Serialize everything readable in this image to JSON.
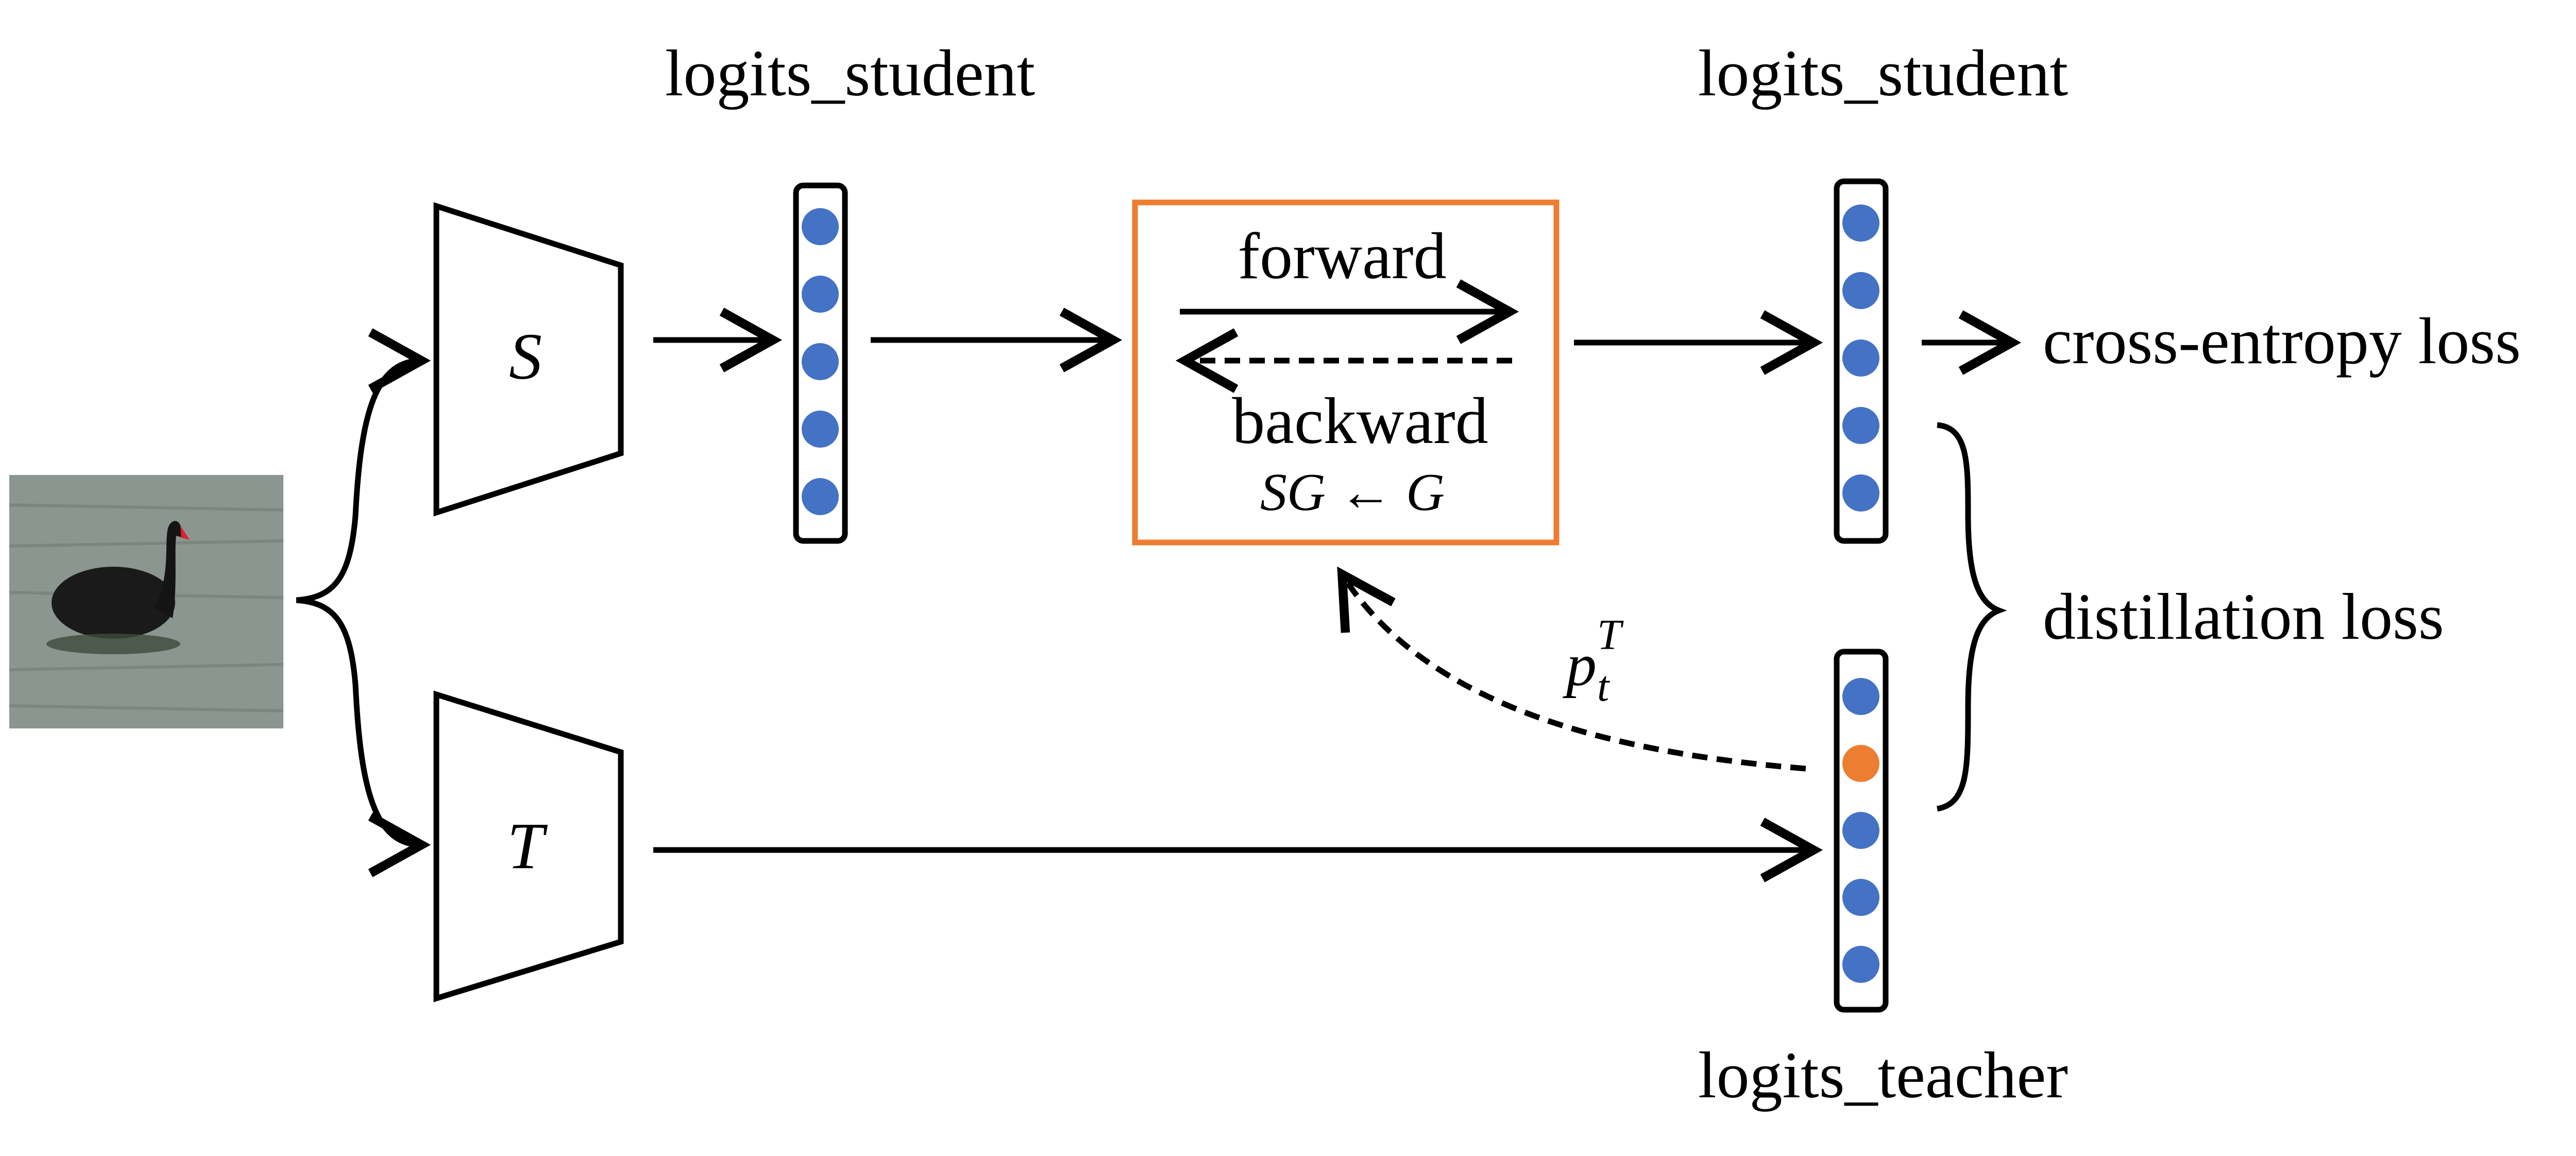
{
  "labels": {
    "logits_student_left": "logits_student",
    "logits_student_right": "logits_student",
    "logits_teacher": "logits_teacher",
    "forward": "forward",
    "backward": "backward",
    "sg_formula": "SG ← G",
    "cross_entropy": "cross-entropy loss",
    "distillation": "distillation loss",
    "student_symbol": "S",
    "teacher_symbol": "T",
    "pt_base": "p",
    "pt_sub": "t",
    "pt_sup": "T"
  },
  "input_image": {
    "description_icon": "black-swan-photo-icon"
  },
  "colors": {
    "node_blue": "#4472c4",
    "node_orange": "#ed7d31",
    "box_border": "#ed7d31",
    "line": "#000000"
  },
  "logit_vectors": {
    "student_left": [
      "blue",
      "blue",
      "blue",
      "blue",
      "blue"
    ],
    "student_right": [
      "blue",
      "blue",
      "blue",
      "blue",
      "blue"
    ],
    "teacher": [
      "blue",
      "orange",
      "blue",
      "blue",
      "blue"
    ]
  }
}
